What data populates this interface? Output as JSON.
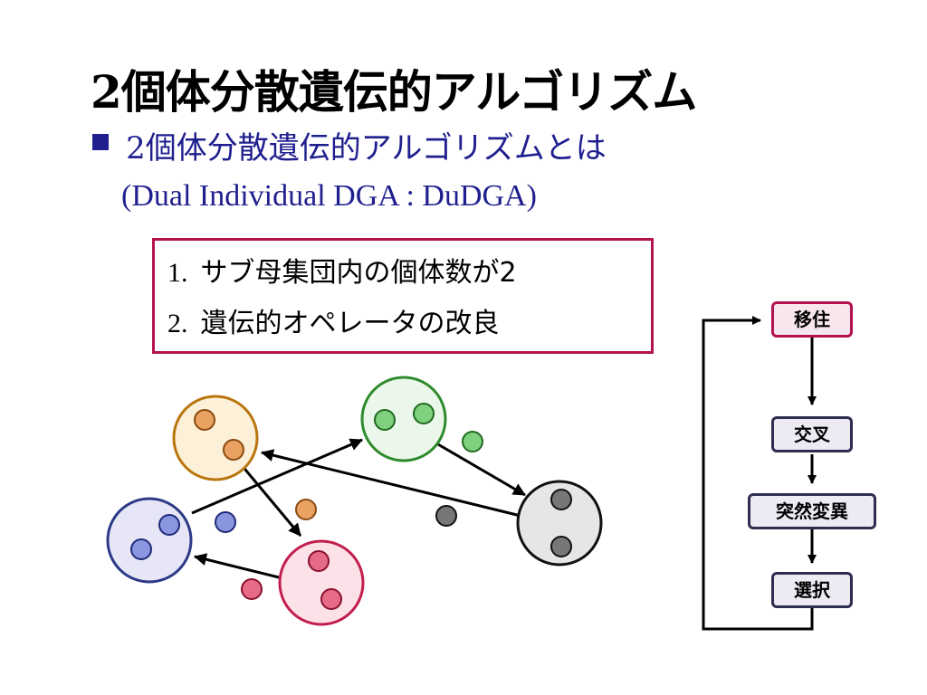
{
  "slide": {
    "title": "2個体分散遺伝的アルゴリズム",
    "bullet": "2個体分散遺伝的アルゴリズムとは",
    "subtitle": "(Dual Individual DGA : DuDGA)"
  },
  "features": [
    {
      "num": "1.",
      "text": "サブ母集団内の個体数が2"
    },
    {
      "num": "2.",
      "text": "遺伝的オペレータの改良"
    }
  ],
  "flowchart": {
    "steps": [
      "移住",
      "交叉",
      "突然変異",
      "選択"
    ]
  },
  "colors": {
    "title_text": "#000000",
    "bullet_text": "#1f1f8f",
    "box_border": "#b3124e",
    "flow_fill": "#eeeaf4",
    "flow_border": "#2e2e52",
    "islands": [
      "#b8760f",
      "#2e8b2e",
      "#2d3a88",
      "#c21e4e",
      "#111111"
    ],
    "island_fills": [
      "#fdf0d8",
      "#eaf7ea",
      "#e6e6f6",
      "#fde1e8",
      "#e6e6e6"
    ]
  }
}
